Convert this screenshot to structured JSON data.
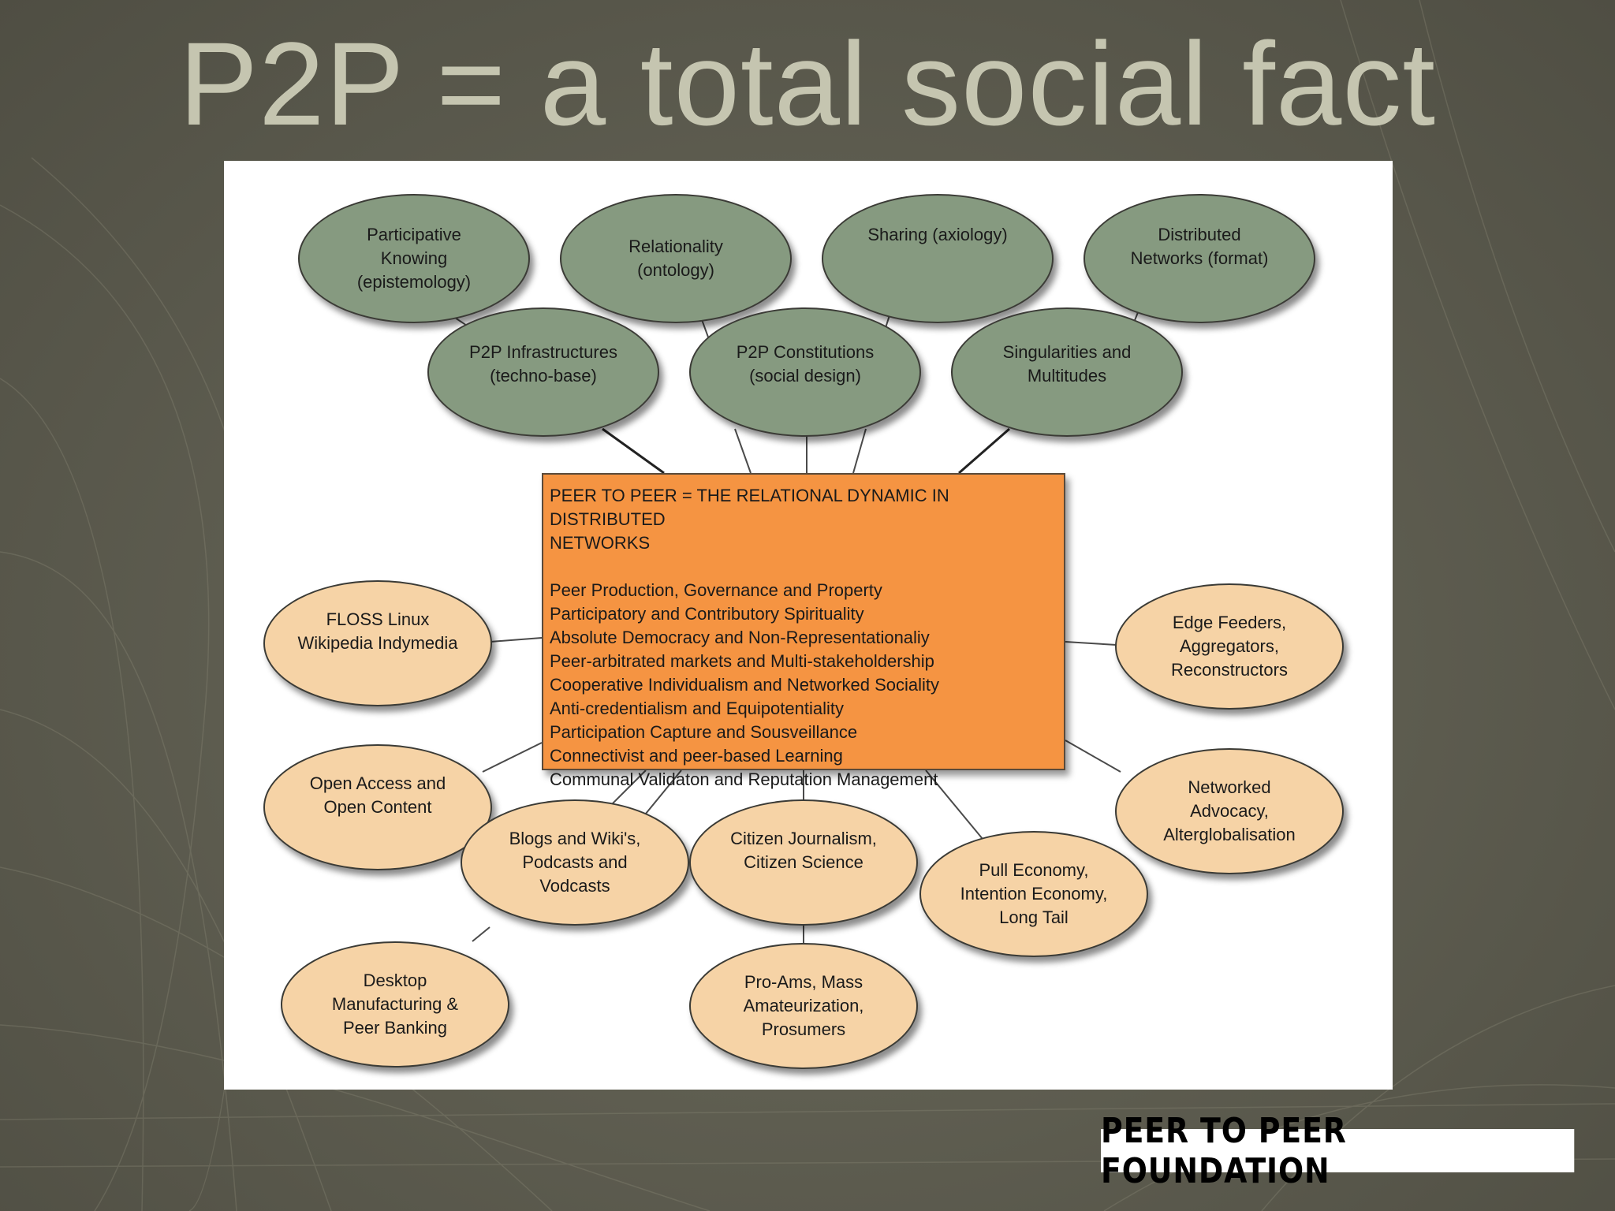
{
  "slide": {
    "title": "P2P = a total social fact",
    "footer_logo": "PEER TO PEER FOUNDATION"
  },
  "colors": {
    "background": "#5f5e51",
    "title": "#c5c5b0",
    "top_nodes": "#869a80",
    "bottom_nodes": "#f6d3a6",
    "center_box": "#f59442"
  },
  "diagram": {
    "top_nodes": [
      {
        "id": "participative-knowing",
        "label": "Participative\nKnowing\n(epistemology)"
      },
      {
        "id": "relationality",
        "label": "Relationality\n(ontology)"
      },
      {
        "id": "sharing",
        "label": "Sharing (axiology)"
      },
      {
        "id": "distributed-networks",
        "label": "Distributed\nNetworks (format)"
      },
      {
        "id": "p2p-infrastructures",
        "label": "P2P Infrastructures\n(techno-base)"
      },
      {
        "id": "p2p-constitutions",
        "label": "P2P Constitutions\n(social design)"
      },
      {
        "id": "singularities",
        "label": "Singularities and\nMultitudes"
      }
    ],
    "center": {
      "heading": "PEER TO PEER = THE RELATIONAL DYNAMIC IN DISTRIBUTED\nNETWORKS",
      "items": [
        "Peer Production, Governance and Property",
        "Participatory and Contributory Spirituality",
        "Absolute Democracy and Non-Representationaliy",
        "Peer-arbitrated markets and Multi-stakeholdership",
        "Cooperative Individualism and Networked Sociality",
        "Anti-credentialism and Equipotentiality",
        "Participation Capture and Sousveillance",
        "Connectivist and peer-based Learning",
        "Communal Validaton and Reputation Management"
      ]
    },
    "bottom_nodes": [
      {
        "id": "floss",
        "label": "FLOSS Linux\nWikipedia Indymedia"
      },
      {
        "id": "open-access",
        "label": "Open Access and\nOpen Content"
      },
      {
        "id": "blogs",
        "label": "Blogs and Wiki's,\nPodcasts and\nVodcasts"
      },
      {
        "id": "desktop-manufacturing",
        "label": "Desktop\nManufacturing &\nPeer Banking"
      },
      {
        "id": "citizen-journalism",
        "label": "Citizen Journalism,\nCitizen Science"
      },
      {
        "id": "pro-ams",
        "label": "Pro-Ams, Mass\nAmateurization,\nProsumers"
      },
      {
        "id": "pull-economy",
        "label": "Pull Economy,\nIntention Economy,\nLong Tail"
      },
      {
        "id": "networked-advocacy",
        "label": "Networked\nAdvocacy,\nAlterglobalisation"
      },
      {
        "id": "edge-feeders",
        "label": "Edge Feeders,\nAggregators,\nReconstructors"
      }
    ]
  }
}
